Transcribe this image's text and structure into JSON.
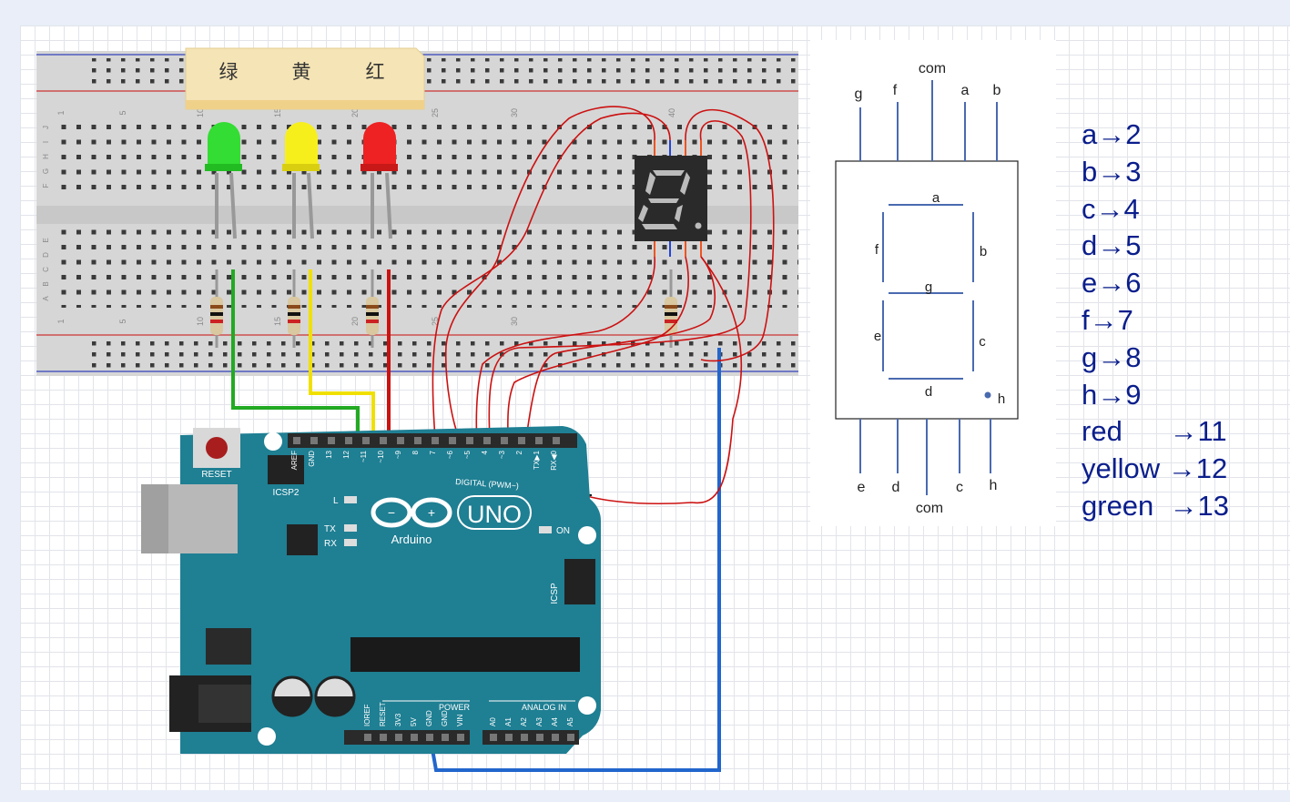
{
  "led_labels": [
    "绿",
    "黄",
    "红"
  ],
  "board": {
    "reset": "RESET",
    "icsp2": "ICSP2",
    "icsp": "ICSP",
    "l": "L",
    "tx": "TX",
    "rx": "RX",
    "on": "ON",
    "brand": "Arduino",
    "model": "UNO",
    "digital": "DIGITAL (PWM~)",
    "power": "POWER",
    "analog": "ANALOG IN",
    "top_pins": [
      "AREF",
      "GND",
      "13",
      "12",
      "~11",
      "~10",
      "~9",
      "8",
      "7",
      "~6",
      "~5",
      "4",
      "~3",
      "2",
      "TX▶1",
      "RX◀0"
    ],
    "bottom_pins": [
      "IOREF",
      "RESET",
      "3V3",
      "5V",
      "GND",
      "GND",
      "VIN",
      "A0",
      "A1",
      "A2",
      "A3",
      "A4",
      "A5"
    ],
    "colors": {
      "board": "#1f7f93",
      "header": "#2a2a2a"
    }
  },
  "breadboard": {
    "row_letters": [
      "J",
      "I",
      "H",
      "G",
      "F",
      "E",
      "D",
      "C",
      "B",
      "A"
    ],
    "col_numbers": [
      "1",
      "5",
      "10",
      "15",
      "20",
      "25",
      "30",
      "40"
    ]
  },
  "seg_diagram": {
    "top_pins": [
      "g",
      "f",
      "com",
      "a",
      "b"
    ],
    "bottom_pins": [
      "e",
      "d",
      "com",
      "c",
      "h"
    ],
    "segments": [
      "a",
      "b",
      "c",
      "d",
      "e",
      "f",
      "g",
      "h"
    ]
  },
  "pin_map": [
    {
      "text": "a→2"
    },
    {
      "text": "b→3"
    },
    {
      "text": "c→4"
    },
    {
      "text": "d→5"
    },
    {
      "text": "e→6"
    },
    {
      "text": "f→7"
    },
    {
      "text": "g→8"
    },
    {
      "text": "h→9"
    },
    {
      "text": "red      →11"
    },
    {
      "text": "yellow →12"
    },
    {
      "text": "green  →13"
    }
  ],
  "wire_colors": {
    "green": "#22aa22",
    "yellow": "#f0e000",
    "red": "#cc1111",
    "blue": "#2266cc",
    "jumper": "#cc1111"
  }
}
